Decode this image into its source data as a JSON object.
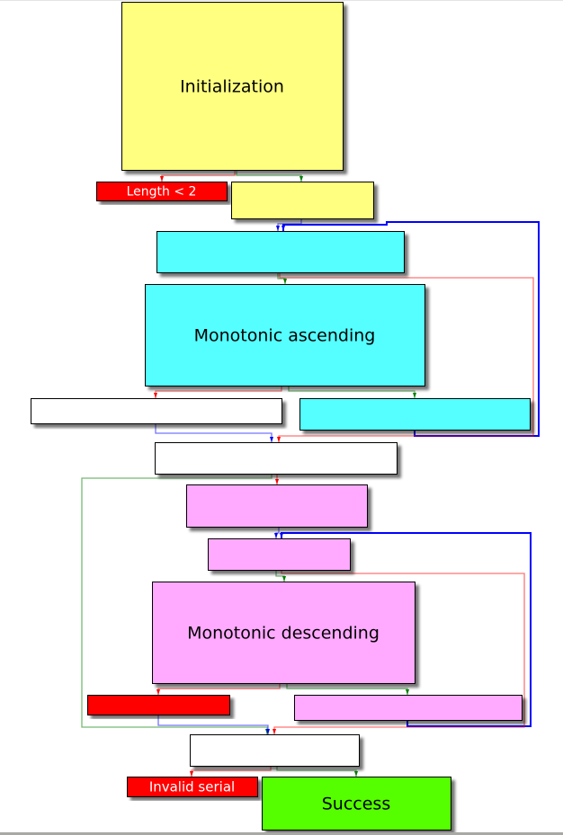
{
  "diagram": {
    "type": "control-flow-graph",
    "colors": {
      "yellow": "#ffff80",
      "cyan": "#55ffff",
      "pink": "#ffaaff",
      "white": "#ffffff",
      "red": "#ff0000",
      "green": "#55ff00",
      "edge_true": "#008000",
      "edge_false": "#ff0000",
      "edge_uncond": "#0000ff"
    },
    "nodes": [
      {
        "id": "init",
        "label": "Initialization",
        "fill": "yellow",
        "text": "#000000"
      },
      {
        "id": "len_fail",
        "label": "Length < 2",
        "fill": "red",
        "text": "#ffffff"
      },
      {
        "id": "setup",
        "label": "",
        "fill": "yellow",
        "text": "#000000"
      },
      {
        "id": "asc_head",
        "label": "",
        "fill": "cyan",
        "text": "#000000"
      },
      {
        "id": "asc_body",
        "label": "Monotonic ascending",
        "fill": "cyan",
        "text": "#000000"
      },
      {
        "id": "asc_exit",
        "label": "",
        "fill": "white",
        "text": "#000000"
      },
      {
        "id": "asc_inc",
        "label": "",
        "fill": "cyan",
        "text": "#000000"
      },
      {
        "id": "asc_join",
        "label": "",
        "fill": "white",
        "text": "#000000"
      },
      {
        "id": "desc_pre",
        "label": "",
        "fill": "pink",
        "text": "#000000"
      },
      {
        "id": "desc_head",
        "label": "",
        "fill": "pink",
        "text": "#000000"
      },
      {
        "id": "desc_body",
        "label": "Monotonic descending",
        "fill": "pink",
        "text": "#000000"
      },
      {
        "id": "desc_exit",
        "label": "",
        "fill": "red",
        "text": "#ffffff"
      },
      {
        "id": "desc_inc",
        "label": "",
        "fill": "pink",
        "text": "#000000"
      },
      {
        "id": "final",
        "label": "",
        "fill": "white",
        "text": "#000000"
      },
      {
        "id": "invalid",
        "label": "Invalid serial",
        "fill": "red",
        "text": "#ffffff"
      },
      {
        "id": "success",
        "label": "Success",
        "fill": "green",
        "text": "#000000"
      }
    ],
    "edges": [
      {
        "from": "init",
        "to": "len_fail",
        "kind": "false"
      },
      {
        "from": "init",
        "to": "setup",
        "kind": "true"
      },
      {
        "from": "setup",
        "to": "asc_head",
        "kind": "uncond"
      },
      {
        "from": "asc_inc",
        "to": "asc_head",
        "kind": "uncond"
      },
      {
        "from": "asc_head",
        "to": "asc_body",
        "kind": "true"
      },
      {
        "from": "asc_head",
        "to": "asc_join",
        "kind": "false"
      },
      {
        "from": "asc_body",
        "to": "asc_exit",
        "kind": "false"
      },
      {
        "from": "asc_body",
        "to": "asc_inc",
        "kind": "true"
      },
      {
        "from": "asc_exit",
        "to": "asc_join",
        "kind": "uncond"
      },
      {
        "from": "asc_join",
        "to": "desc_pre",
        "kind": "false"
      },
      {
        "from": "asc_join",
        "to": "final",
        "kind": "true"
      },
      {
        "from": "desc_pre",
        "to": "desc_head",
        "kind": "uncond"
      },
      {
        "from": "desc_inc",
        "to": "desc_head",
        "kind": "uncond"
      },
      {
        "from": "desc_head",
        "to": "desc_body",
        "kind": "true"
      },
      {
        "from": "desc_head",
        "to": "final",
        "kind": "false"
      },
      {
        "from": "desc_body",
        "to": "desc_exit",
        "kind": "false"
      },
      {
        "from": "desc_body",
        "to": "desc_inc",
        "kind": "true"
      },
      {
        "from": "desc_exit",
        "to": "final",
        "kind": "uncond"
      },
      {
        "from": "final",
        "to": "invalid",
        "kind": "false"
      },
      {
        "from": "final",
        "to": "success",
        "kind": "true"
      }
    ]
  }
}
